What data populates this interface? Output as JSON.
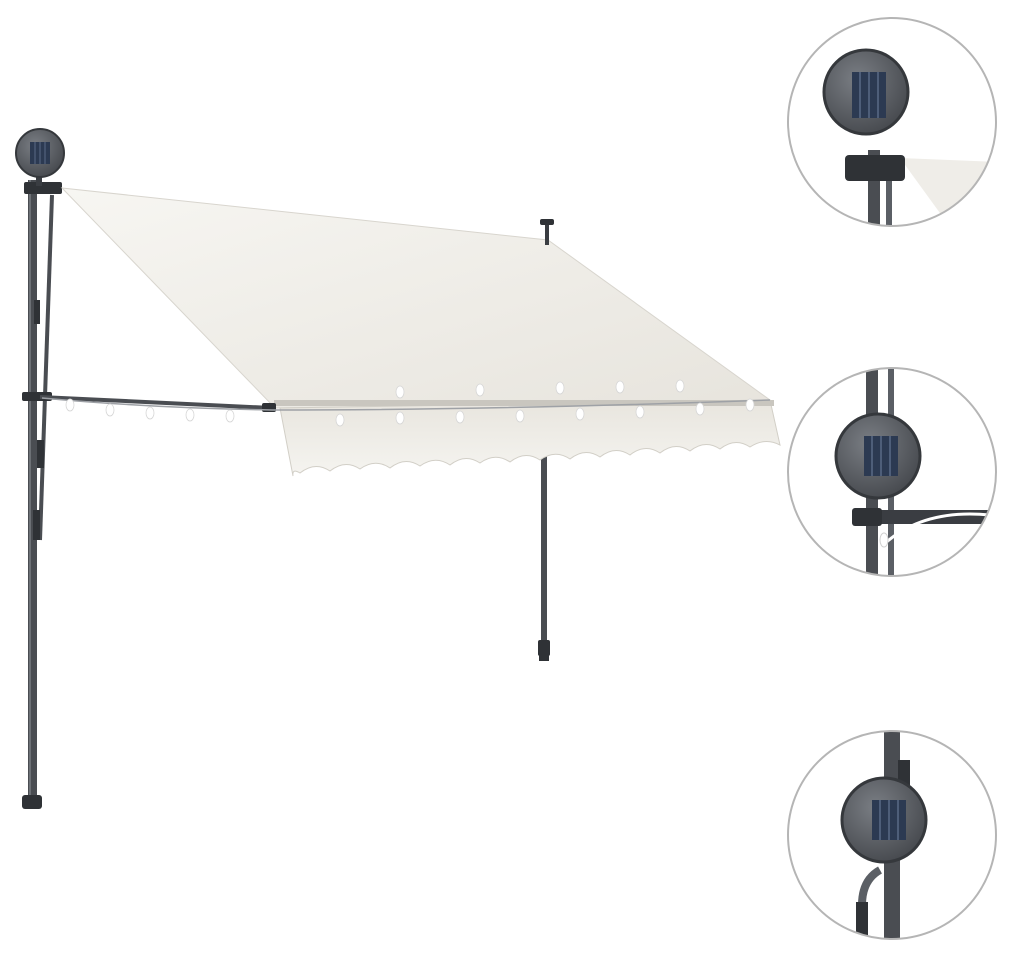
{
  "image": {
    "subject": "retractable-awning-with-led-lights",
    "colors": {
      "background": "#ffffff",
      "canvas": "#f1efea",
      "canvas_shadow": "#dad7d0",
      "pole": "#4a4d52",
      "pole_dark": "#2f3236",
      "solar_housing": "#5b5f65",
      "solar_panel": "#2c3a52",
      "led": "#ffffff",
      "detail_ring": "#b5b5b5"
    },
    "detail_views": [
      {
        "id": "solar-mount-top"
      },
      {
        "id": "solar-mount-arm"
      },
      {
        "id": "solar-mount-pole"
      }
    ]
  }
}
